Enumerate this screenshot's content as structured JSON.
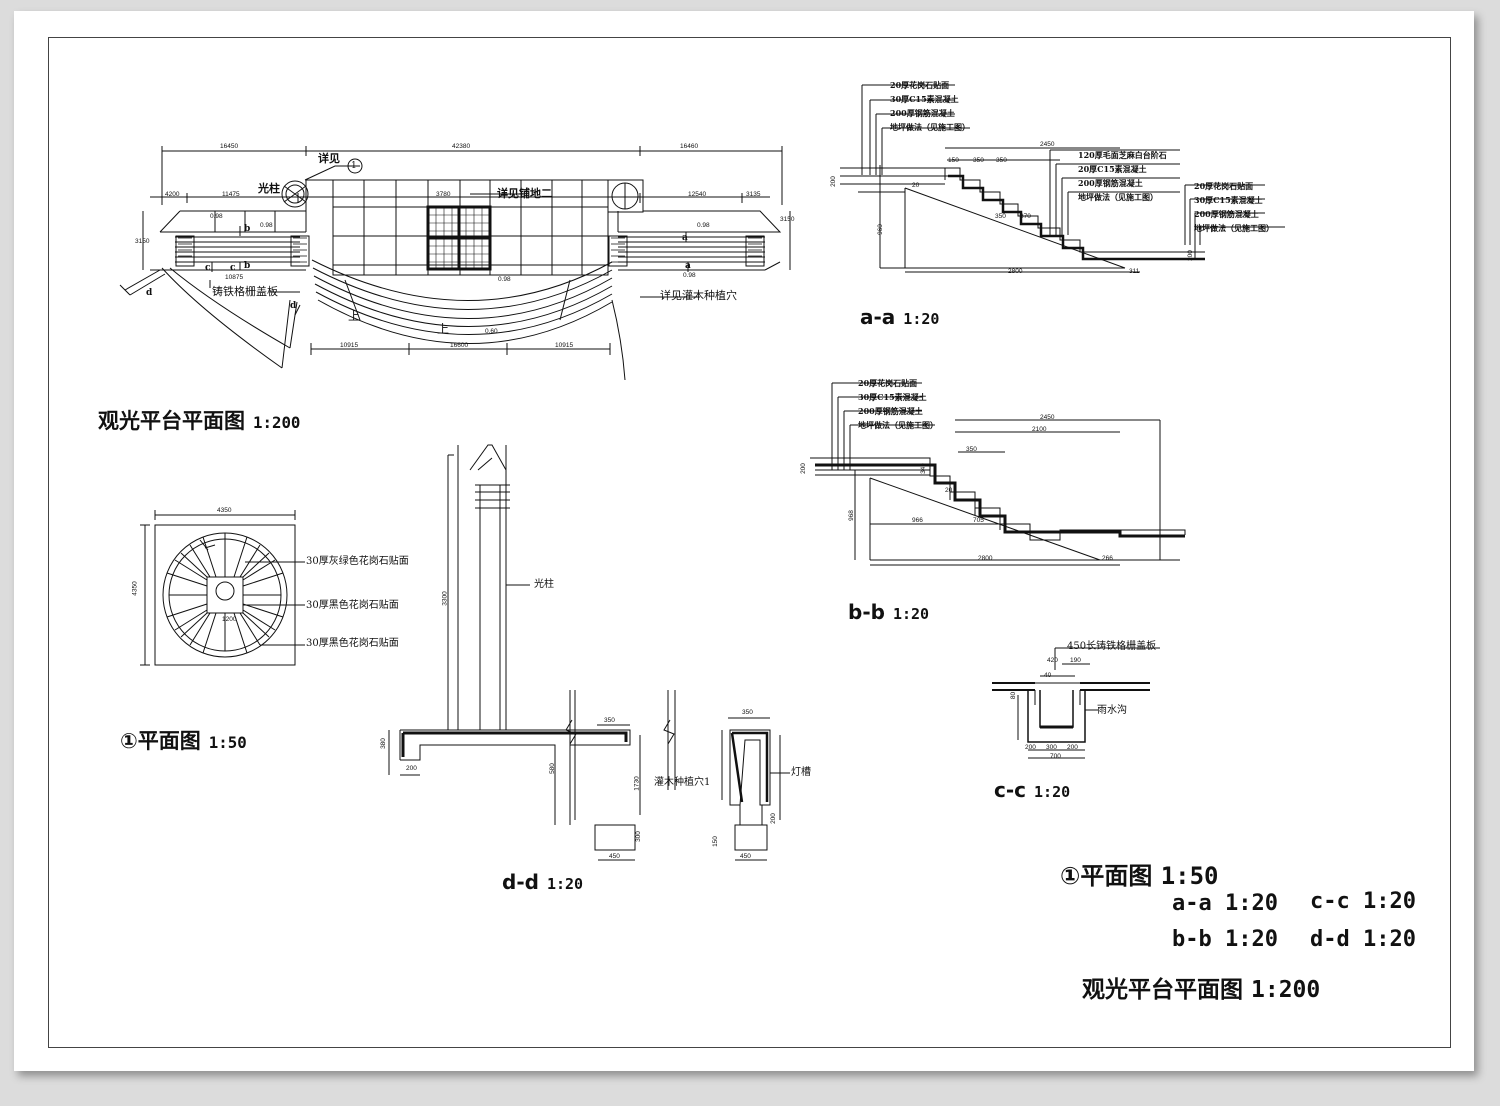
{
  "sheet": {
    "plan": {
      "title": "观光平台平面图",
      "scale": "1:200",
      "dims": [
        "16450",
        "42380",
        "16460",
        "4200",
        "11475",
        "12540",
        "3135",
        "3780",
        "3150",
        "3150",
        "10875",
        "10915",
        "16600",
        "10915"
      ],
      "elev": [
        "0.98",
        "0.98",
        "0.98",
        "0.98",
        "0.98",
        "0.60"
      ],
      "up": [
        "上",
        "上"
      ],
      "callouts": {
        "guangzhu": "光柱",
        "xiangjian": "详见",
        "pudi": "详见铺地二",
        "zhutie": "铸铁格栅盖板",
        "guanmu": "详见灌木种植穴"
      },
      "sections": [
        "b",
        "b",
        "c",
        "c",
        "a",
        "a",
        "d",
        "d"
      ],
      "circle_ref": "1"
    },
    "detail1": {
      "title": "平面图",
      "circle": "①",
      "scale": "1:50",
      "dim_w": "4350",
      "dim_h": "4350",
      "inner": "1200",
      "notes": [
        "30厚灰绿色花岗石贴面",
        "30厚黑色花岗石贴面",
        "30厚黑色花岗石贴面"
      ]
    },
    "aa": {
      "title": "a-a",
      "scale": "1:20",
      "notes_left": [
        "20厚花岗石贴面",
        "30厚C15素混凝土",
        "200厚钢筋混凝土",
        "地坪做法（见施工图）"
      ],
      "notes_mid": [
        "120厚毛面芝麻白台阶石",
        "20厚C15素混凝土",
        "200厚钢筋混凝土",
        "地坪做法（见施工图）"
      ],
      "notes_right": [
        "20厚花岗石贴面",
        "30厚C15素混凝土",
        "200厚钢筋混凝土",
        "地坪做法（见施工图）"
      ],
      "dims": [
        "2450",
        "150",
        "350",
        "350",
        "350",
        "370",
        "2800",
        "311",
        "960",
        "200",
        "200",
        "20"
      ]
    },
    "bb": {
      "title": "b-b",
      "scale": "1:20",
      "notes": [
        "20厚花岗石贴面",
        "30厚C15素混凝土",
        "200厚钢筋混凝土",
        "地坪做法（见施工图）"
      ],
      "dims": [
        "2450",
        "2100",
        "350",
        "340",
        "20",
        "966",
        "705",
        "2800",
        "266",
        "200",
        "968"
      ]
    },
    "cc": {
      "title": "c-c",
      "scale": "1:20",
      "notes": [
        "450长铸铁格栅盖板",
        "雨水沟"
      ],
      "dims": [
        "420",
        "190",
        "40",
        "200",
        "300",
        "200",
        "700",
        "80"
      ]
    },
    "dd": {
      "title": "d-d",
      "scale": "1:20",
      "notes": [
        "光柱",
        "灌木种植穴1",
        "灯槽"
      ],
      "dims": [
        "3300",
        "350",
        "200",
        "380",
        "580",
        "1730",
        "450",
        "350",
        "450",
        "300",
        "200",
        "150"
      ]
    },
    "legend": {
      "l1_circle": "①",
      "l1_title": "平面图",
      "l1_scale": "1:50",
      "aa": "a-a 1:20",
      "cc": "c-c 1:20",
      "bb": "b-b 1:20",
      "dd": "d-d 1:20",
      "plan_title": "观光平台平面图",
      "plan_scale": "1:200"
    }
  }
}
